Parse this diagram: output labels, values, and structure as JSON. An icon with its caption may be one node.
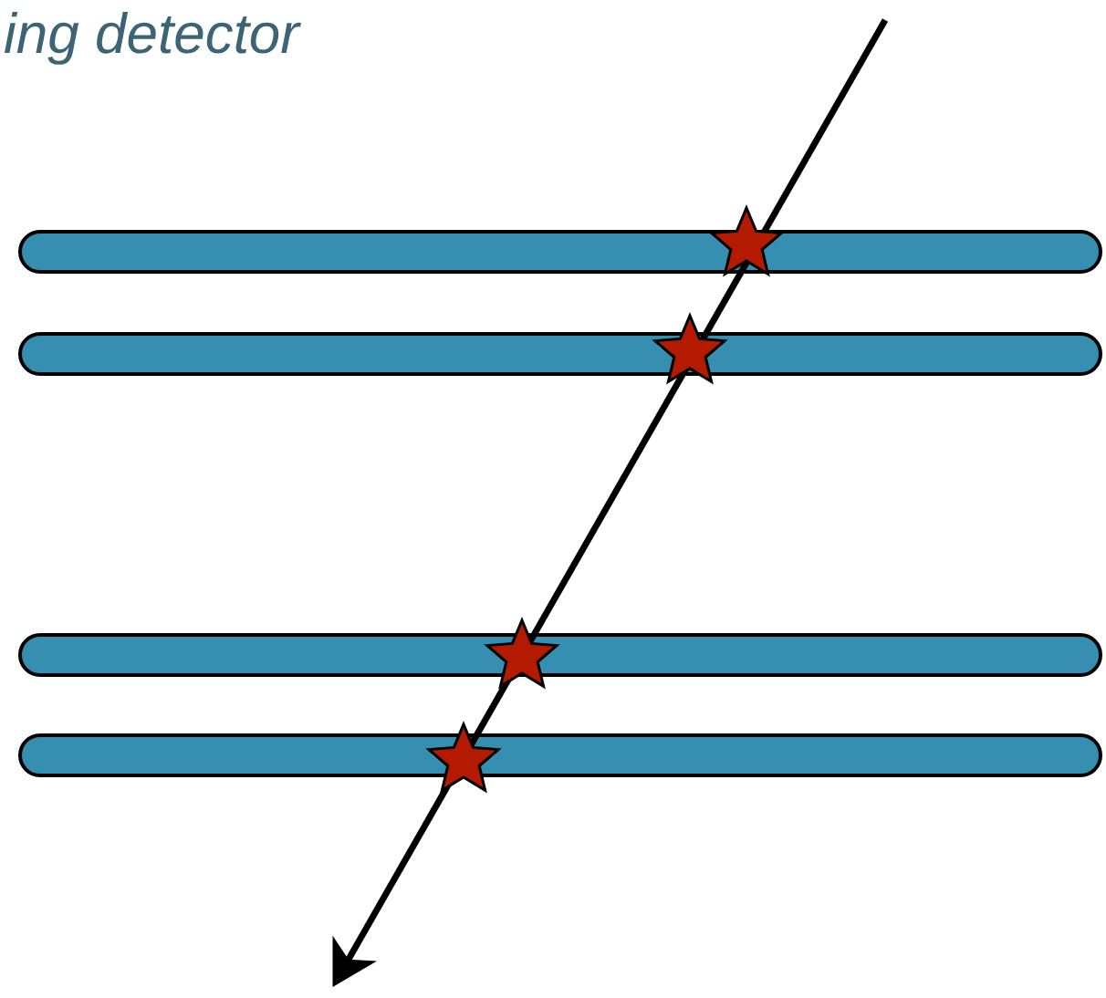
{
  "diagram": {
    "title": "ing detector",
    "nodes": [
      {
        "text": [],
        "shape": "bar"
      },
      {
        "text": [],
        "shape": "bar"
      },
      {
        "text": [],
        "shape": "bar"
      },
      {
        "text": [],
        "shape": "bar"
      }
    ]
  }
}
